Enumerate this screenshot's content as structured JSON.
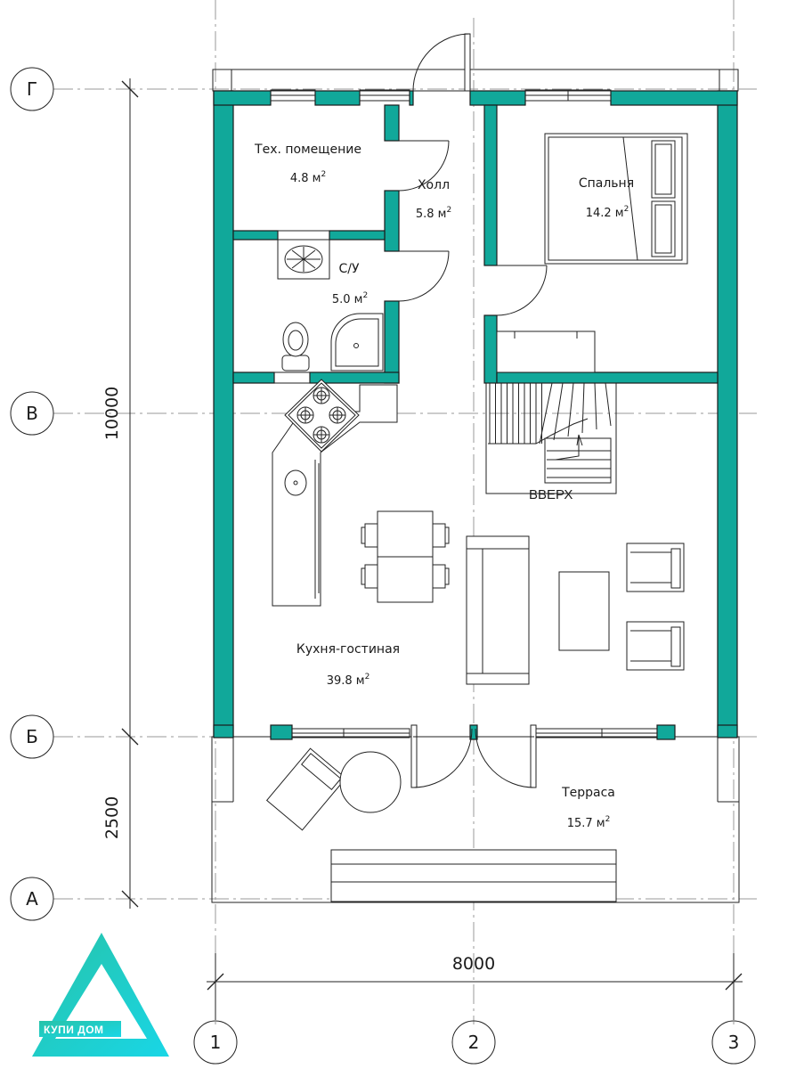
{
  "rooms": [
    {
      "id": "tech",
      "name": "Тех. помещение",
      "area": "4.8 м",
      "sup": "2"
    },
    {
      "id": "hall",
      "name": "Холл",
      "area": "5.8 м",
      "sup": "2"
    },
    {
      "id": "bath",
      "name": "С/У",
      "area": "5.0 м",
      "sup": "2"
    },
    {
      "id": "bedroom",
      "name": "Спальня",
      "area": "14.2 м",
      "sup": "2"
    },
    {
      "id": "living",
      "name": "Кухня-гостиная",
      "area": "39.8 м",
      "sup": "2"
    },
    {
      "id": "terrace",
      "name": "Терраса",
      "area": "15.7 м",
      "sup": "2"
    }
  ],
  "stair_label": "ВВЕРХ",
  "axes_rows": [
    "Г",
    "В",
    "Б",
    "А"
  ],
  "axes_cols": [
    "1",
    "2",
    "3"
  ],
  "dimensions": {
    "total_depth": "10000",
    "terrace_depth": "2500",
    "total_width": "8000"
  },
  "logo": {
    "text": "КУПИ ДОМ",
    "color_start": "#27c3a8",
    "color_end": "#19d6e6"
  },
  "colors": {
    "wall": "#11a89a"
  }
}
